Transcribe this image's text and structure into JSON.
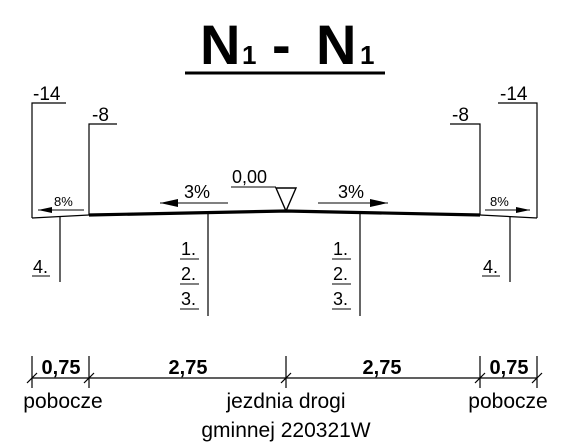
{
  "title": {
    "main": "N",
    "sub": "1",
    "sep": "-"
  },
  "offsets": {
    "outer_left": "-14",
    "inner_left": "-8",
    "inner_right": "-8",
    "outer_right": "-14"
  },
  "elevation": "0,00",
  "slopes": {
    "carriageway": "3%",
    "shoulder": "8%"
  },
  "layers": {
    "l1": "1.",
    "l2": "2.",
    "l3": "3.",
    "l4": "4."
  },
  "widths": {
    "shoulder": "0,75",
    "lane": "2,75"
  },
  "labels": {
    "shoulder": "pobocze",
    "road_line1": "jezdnia drogi",
    "road_line2": "gminnej 220321W"
  }
}
